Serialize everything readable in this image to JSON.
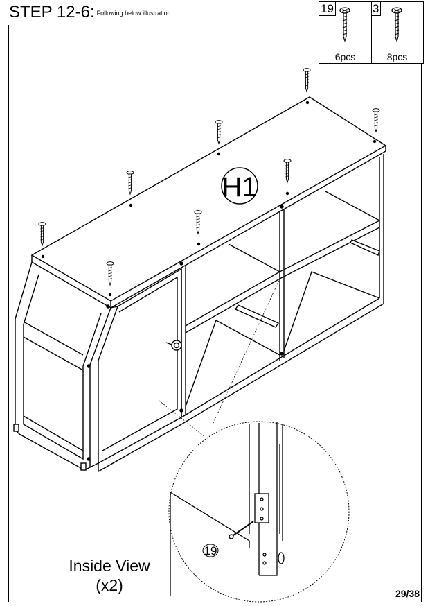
{
  "header": {
    "step_title": "STEP 12-6:",
    "step_subtitle": "Following below illustration:"
  },
  "parts": [
    {
      "id": "19",
      "qty": "6pcs",
      "icon": "wood-screw-icon"
    },
    {
      "id": "3",
      "qty": "8pcs",
      "icon": "wood-screw-icon"
    }
  ],
  "drawing": {
    "panel_label": "H1",
    "detail_callout": "19"
  },
  "inside_view": {
    "line1": "Inside View",
    "line2": "(x2)"
  },
  "footer": {
    "page_number": "29/38"
  }
}
